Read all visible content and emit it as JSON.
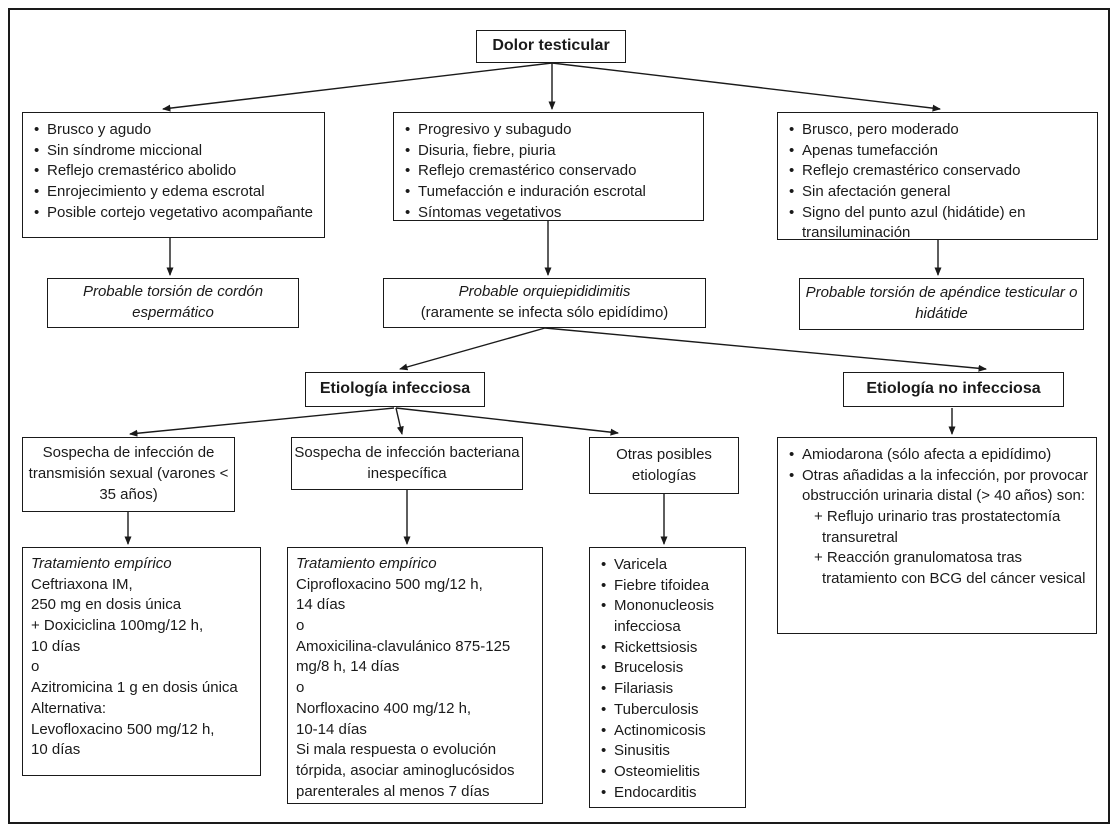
{
  "title": "Dolor testicular",
  "colors": {
    "line": "#1a1a1a",
    "background": "#ffffff"
  },
  "boxes": {
    "sym_left": {
      "items": [
        "Brusco y agudo",
        "Sin síndrome miccional",
        "Reflejo cremastérico abolido",
        "Enrojecimiento y edema escrotal",
        "Posible cortejo vegetativo acompañante"
      ]
    },
    "sym_mid": {
      "items": [
        "Progresivo y subagudo",
        "Disuria, fiebre, piuria",
        "Reflejo cremastérico conservado",
        "Tumefacción e induración escrotal",
        "Síntomas vegetativos"
      ]
    },
    "sym_right": {
      "items": [
        "Brusco, pero moderado",
        "Apenas tumefacción",
        "Reflejo cremastérico conservado",
        "Sin afectación general",
        "Signo del punto azul (hidátide) en transiluminación"
      ]
    },
    "prob_left": {
      "text": "Probable torsión de cordón espermático"
    },
    "prob_mid": {
      "text": "Probable orquiepididimitis",
      "subtext": "(raramente se infecta sólo epidídimo)"
    },
    "prob_right": {
      "text": "Probable torsión de apéndice testicular o hidátide"
    },
    "etio_inf": {
      "label": "Etiología infecciosa"
    },
    "etio_noinf": {
      "label": "Etiología no infecciosa"
    },
    "sosp_ets": {
      "text": "Sospecha de infección de transmisión sexual (varones < 35 años)"
    },
    "sosp_bact": {
      "text": "Sospecha de infección bacteriana inespecífica"
    },
    "otras_pos": {
      "text": "Otras posibles etiologías"
    },
    "noinf_detail": {
      "items": [
        {
          "text": "Amiodarona (sólo afecta a epidídimo)"
        },
        {
          "text": "Otras añadidas a la infección, por provocar obstrucción urinaria distal (> 40 años) son:",
          "subs": [
            "+ Reflujo urinario tras prostatectomía transuretral",
            "+ Reacción granulomatosa tras tratamiento con BCG del cáncer vesical"
          ]
        }
      ]
    },
    "trat_ets": {
      "title": "Tratamiento empírico",
      "lines": [
        "Ceftriaxona IM,",
        "250 mg en dosis única",
        "+ Doxiciclina 100mg/12 h,",
        "10 días",
        "o",
        "Azitromicina 1 g en dosis única",
        "Alternativa:",
        "Levofloxacino 500 mg/12 h,",
        "10 días"
      ]
    },
    "trat_bact": {
      "title": "Tratamiento empírico",
      "lines": [
        "Ciprofloxacino 500 mg/12 h,",
        "14 días",
        "o",
        "Amoxicilina-clavulánico 875-125 mg/8 h, 14 días",
        "o",
        "Norfloxacino 400 mg/12 h,",
        "10-14 días",
        "Si mala respuesta o evolución tórpida, asociar aminoglucósidos parenterales al menos 7 días"
      ]
    },
    "otras_list": {
      "items": [
        "Varicela",
        "Fiebre tifoidea",
        "Mononucleosis infecciosa",
        "Rickettsiosis",
        "Brucelosis",
        "Filariasis",
        "Tuberculosis",
        "Actinomicosis",
        "Sinusitis",
        "Osteomielitis",
        "Endocarditis"
      ]
    }
  }
}
